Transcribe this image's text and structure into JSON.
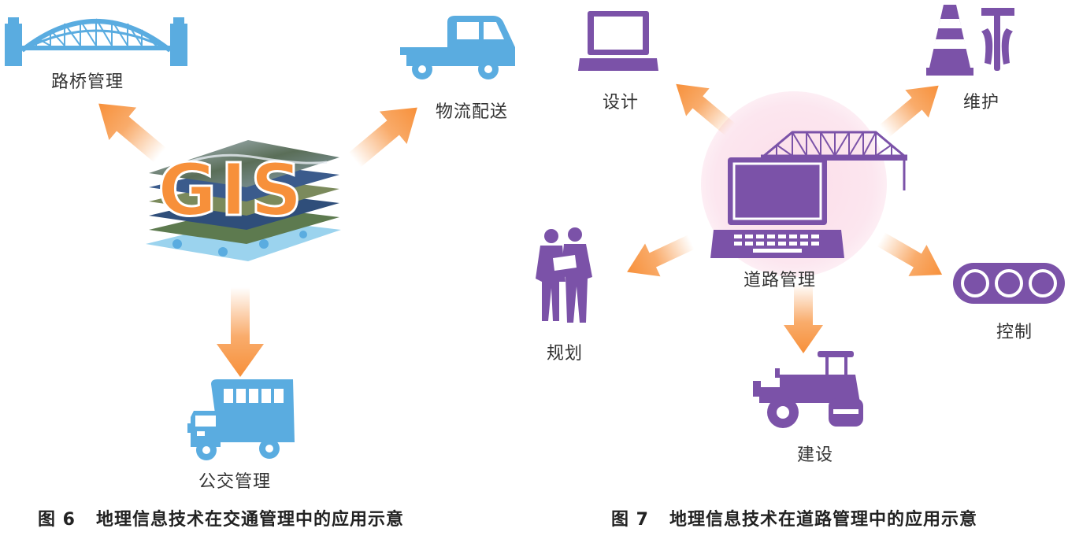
{
  "figure6": {
    "center_text": "GIS",
    "labels": {
      "bridge": "路桥管理",
      "logistics": "物流配送",
      "bus": "公交管理"
    },
    "caption_num": "图 6",
    "caption_text": "地理信息技术在交通管理中的应用示意"
  },
  "figure7": {
    "labels": {
      "center": "道路管理",
      "design": "设计",
      "maintain": "维护",
      "plan": "规划",
      "control": "控制",
      "build": "建设"
    },
    "caption_num": "图 7",
    "caption_text": "地理信息技术在道路管理中的应用示意"
  },
  "colors": {
    "blue": "#5aace0",
    "purple": "#7b52a8",
    "orange": "#f7903a",
    "pink": "#fbe3ee"
  }
}
